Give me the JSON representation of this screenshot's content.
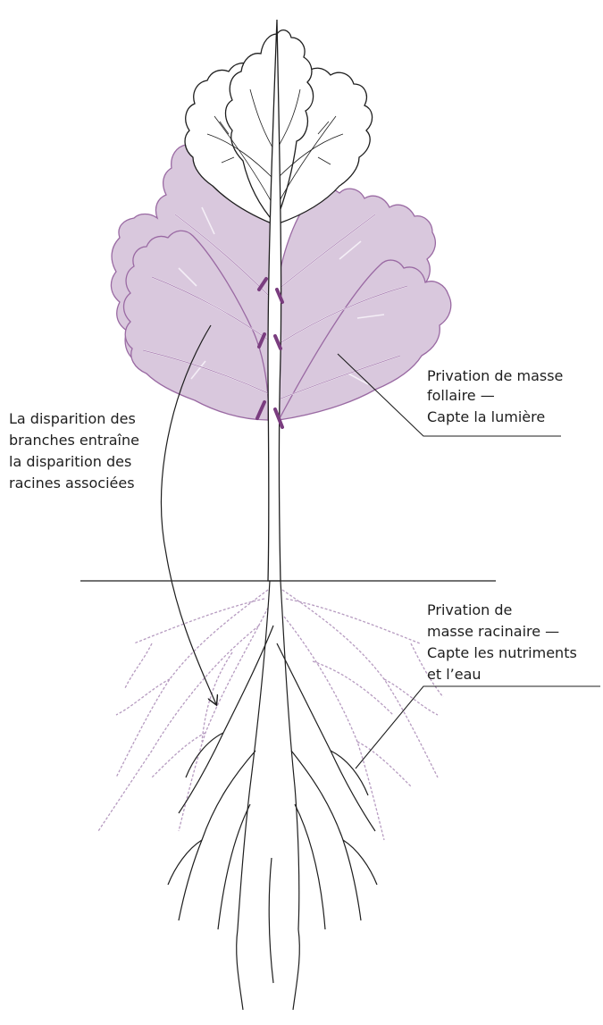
{
  "labels": {
    "leaf": [
      "Privation de masse",
      "follaire —",
      "Capte la lumière"
    ],
    "branch": [
      "La disparition des",
      "branches entraîne",
      "la disparition des",
      "racines associées"
    ],
    "root": [
      "Privation de",
      "masse racinaire —",
      "Capte les nutriments",
      "et l’eau"
    ]
  },
  "colors": {
    "pruned_fill": "#d9c8dd",
    "pruned_stroke": "#9a6aa3",
    "cut_mark": "#7a3d7f",
    "ink": "#1e1e1e",
    "lost_roots": "#b69bc0"
  }
}
